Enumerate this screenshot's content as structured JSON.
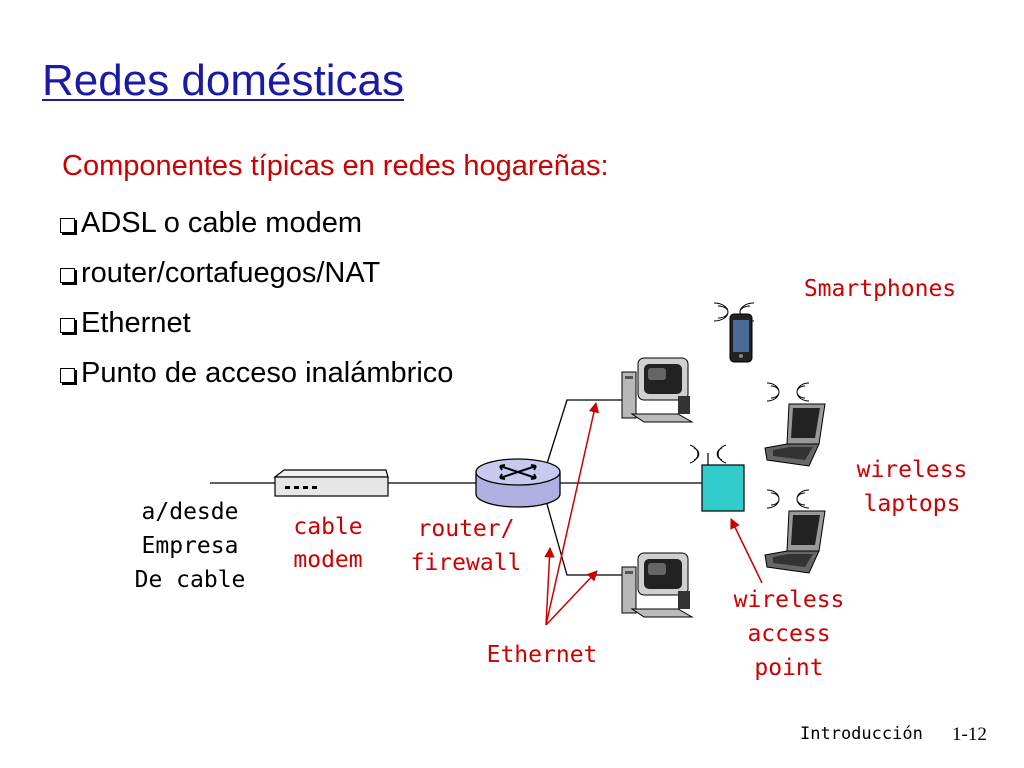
{
  "slide": {
    "title": "Redes domésticas",
    "subtitle": "Componentes típicas en redes hogareñas:",
    "bullets": [
      "ADSL o cable modem",
      "router/cortafuegos/NAT",
      "Ethernet",
      "Punto de acceso inalámbrico"
    ]
  },
  "diagram": {
    "labels": {
      "cable_company_1": "a/desde",
      "cable_company_2": "Empresa",
      "cable_company_3": "De cable",
      "cable_modem_1": "cable",
      "cable_modem_2": "modem",
      "router_1": "router/",
      "router_2": "firewall",
      "ethernet": "Ethernet",
      "access_point_1": "wireless",
      "access_point_2": "access",
      "access_point_3": "point",
      "laptops_1": "wireless",
      "laptops_2": "laptops",
      "smartphones": "Smartphones"
    },
    "colors": {
      "label_red": "#cc0000",
      "title_blue": "#1a1aa6",
      "access_point_fill": "#33cccc",
      "router_fill": "#c9c9f0"
    }
  },
  "footer": {
    "label": "Introducción",
    "page": "1-12"
  }
}
